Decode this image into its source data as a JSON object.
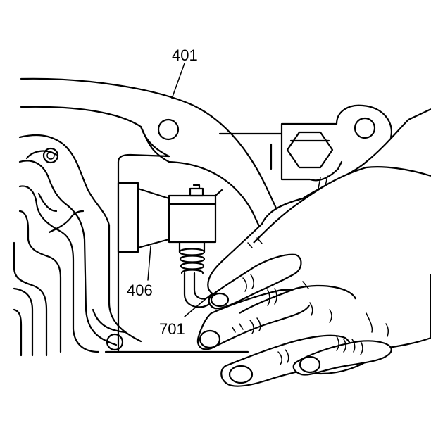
{
  "callouts": {
    "c401": "401",
    "c406": "406",
    "c701": "701"
  },
  "colors": {
    "line": "#000000",
    "background": "#ffffff"
  }
}
